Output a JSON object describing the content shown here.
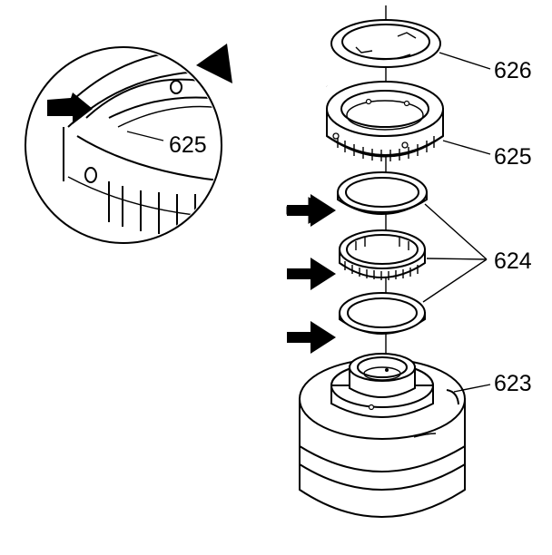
{
  "callouts": {
    "part_626": "626",
    "part_625": "625",
    "part_624": "624",
    "part_623": "623",
    "detail_625": "625"
  }
}
